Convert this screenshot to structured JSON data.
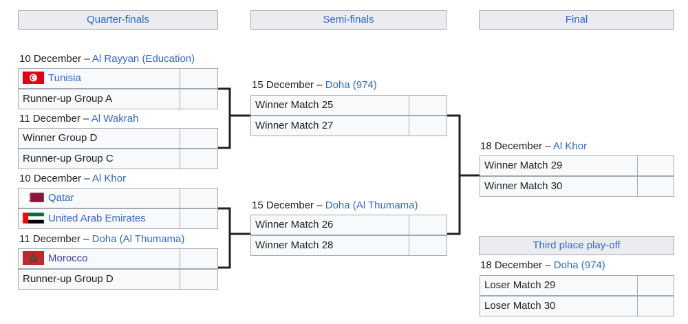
{
  "rounds": {
    "quarterfinals": "Quarter-finals",
    "semifinals": "Semi-finals",
    "final": "Final",
    "third_place": "Third place play-off"
  },
  "qf1": {
    "date": "10 December – ",
    "venue": "Al Rayyan (Education)",
    "team1": "Tunisia",
    "team2": "Runner-up Group A"
  },
  "qf2": {
    "date": "11 December – ",
    "venue": "Al Wakrah",
    "team1": "Winner Group D",
    "team2": "Runner-up Group C"
  },
  "qf3": {
    "date": "10 December – ",
    "venue": "Al Khor",
    "team1": "Qatar",
    "team2": "United Arab Emirates"
  },
  "qf4": {
    "date": "11 December – ",
    "venue": "Doha (Al Thumama)",
    "team1": "Morocco",
    "team2": "Runner-up Group D"
  },
  "sf1": {
    "date": "15 December – ",
    "venue": "Doha (974)",
    "team1": "Winner Match 25",
    "team2": "Winner Match 27"
  },
  "sf2": {
    "date": "15 December – ",
    "venue": "Doha (Al Thumama)",
    "team1": "Winner Match 26",
    "team2": "Winner Match 28"
  },
  "final": {
    "date": "18 December – ",
    "venue": "Al Khor",
    "team1": "Winner Match 29",
    "team2": "Winner Match 30"
  },
  "third": {
    "date": "18 December – ",
    "venue": "Doha (974)",
    "team1": "Loser Match 29",
    "team2": "Loser Match 30"
  },
  "flags": {
    "tunisia": "tunisia-flag",
    "qatar": "qatar-flag",
    "uae": "uae-flag",
    "morocco": "morocco-flag"
  }
}
